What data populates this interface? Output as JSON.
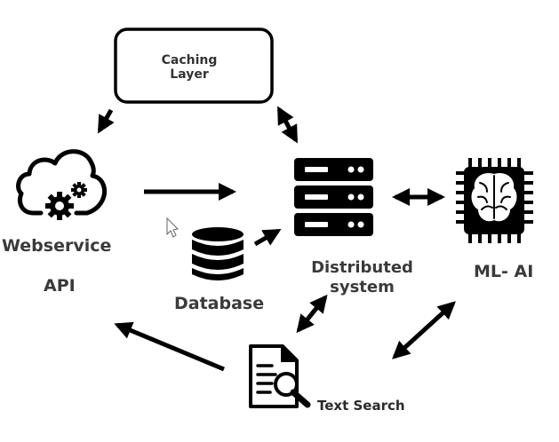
{
  "diagram": {
    "nodes": {
      "caching_layer": {
        "label": "Caching\nLayer"
      },
      "webservice": {
        "label": "Webservice"
      },
      "api": {
        "label": "API"
      },
      "database": {
        "label": "Database"
      },
      "distributed_system": {
        "label": "Distributed\nsystem"
      },
      "ml_ai": {
        "label": "ML- AI"
      },
      "text_search": {
        "label": "Text Search"
      }
    },
    "edges": [
      {
        "from": "caching_layer",
        "to": "webservice",
        "direction": "forward"
      },
      {
        "from": "caching_layer",
        "to": "distributed_system",
        "direction": "both"
      },
      {
        "from": "webservice",
        "to": "distributed_system",
        "direction": "forward"
      },
      {
        "from": "database",
        "to": "distributed_system",
        "direction": "forward"
      },
      {
        "from": "distributed_system",
        "to": "ml_ai",
        "direction": "both"
      },
      {
        "from": "distributed_system",
        "to": "text_search",
        "direction": "both"
      },
      {
        "from": "ml_ai",
        "to": "text_search",
        "direction": "both"
      },
      {
        "from": "text_search",
        "to": "api",
        "direction": "forward"
      }
    ],
    "icons": {
      "webservice": "cloud-gears-icon",
      "database": "database-icon",
      "distributed_system": "server-rack-icon",
      "ml_ai": "brain-chip-icon",
      "text_search": "document-search-icon",
      "cursor": "mouse-pointer-icon"
    },
    "colors": {
      "stroke": "#000000",
      "text": "#3a3a3a",
      "background": "#ffffff"
    }
  }
}
